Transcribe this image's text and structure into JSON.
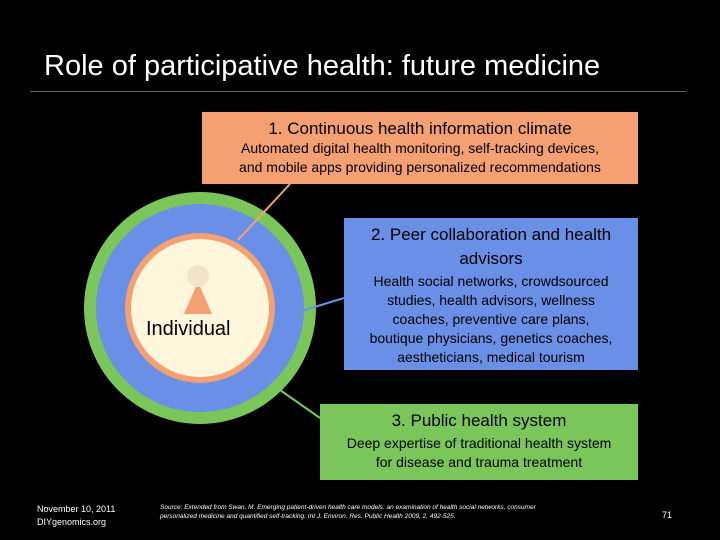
{
  "slide": {
    "title": "Role of participative health: future medicine",
    "page_number": "71"
  },
  "center": {
    "label": "Individual"
  },
  "box1": {
    "heading": "1. Continuous health information climate",
    "body_line1": "Automated digital health monitoring, self-tracking devices,",
    "body_line2": "and mobile apps providing personalized recommendations"
  },
  "box2": {
    "heading_line1": "2. Peer collaboration and health",
    "heading_line2": "advisors",
    "body_line1": "Health social networks, crowdsourced",
    "body_line2": "studies, health advisors, wellness",
    "body_line3": "coaches, preventive care plans,",
    "body_line4": "boutique physicians, genetics coaches,",
    "body_line5": "aestheticians, medical tourism"
  },
  "box3": {
    "heading": "3. Public health system",
    "body_line1": "Deep expertise of traditional health system",
    "body_line2": "for disease and trauma treatment"
  },
  "footer": {
    "date": "November 10, 2011",
    "site": "DIYgenomics.org",
    "source_line1": "Source: Extended from Swan, M. Emerging patient-driven health care models: an examination of health social networks, consumer",
    "source_line2": "personalized medicine and quantified self-tracking. Int J. Environ. Res. Public Health  2009, 2, 492-525."
  },
  "colors": {
    "background": "#000000",
    "orange": "#f4a072",
    "blue": "#6a8fe6",
    "green": "#7ac65a",
    "cream": "#fff6dc",
    "head": "#f1e4c8"
  }
}
